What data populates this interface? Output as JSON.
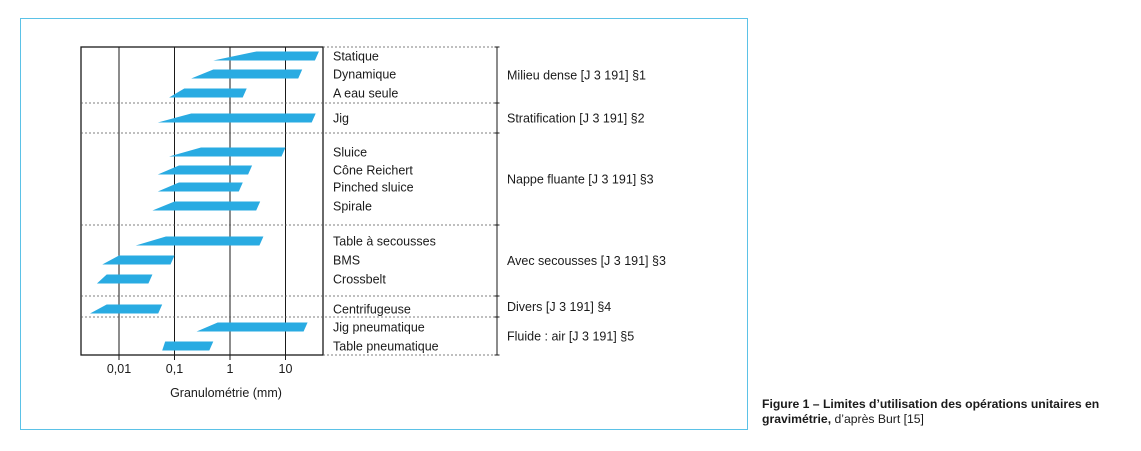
{
  "chart_data": {
    "type": "range-bar",
    "xlabel": "Granulométrie (mm)",
    "xscale": "log",
    "xlim": [
      0.002,
      50
    ],
    "xticks": [
      {
        "value": 0.01,
        "label": "0,01"
      },
      {
        "value": 0.1,
        "label": "0,1"
      },
      {
        "value": 1,
        "label": "1"
      },
      {
        "value": 10,
        "label": "10"
      }
    ],
    "bar_color": "#29abe2",
    "operations": [
      {
        "label": "Statique",
        "min": 0.5,
        "max": 40,
        "full_from": 3
      },
      {
        "label": "Dynamique",
        "min": 0.2,
        "max": 20,
        "full_from": 0.5
      },
      {
        "label": "A eau seule",
        "min": 0.08,
        "max": 2,
        "full_from": 0.15
      },
      {
        "label": "Jig",
        "min": 0.05,
        "max": 35,
        "full_from": 0.2
      },
      {
        "label": "Sluice",
        "min": 0.08,
        "max": 10,
        "full_from": 0.3
      },
      {
        "label": "Cône Reichert",
        "min": 0.05,
        "max": 2.5,
        "full_from": 0.12
      },
      {
        "label": "Pinched sluice",
        "min": 0.05,
        "max": 1.7,
        "full_from": 0.12
      },
      {
        "label": "Spirale",
        "min": 0.04,
        "max": 3.5,
        "full_from": 0.1
      },
      {
        "label": "Table à secousses",
        "min": 0.02,
        "max": 4,
        "full_from": 0.07
      },
      {
        "label": "BMS",
        "min": 0.005,
        "max": 0.1,
        "full_from": 0.01
      },
      {
        "label": "Crossbelt",
        "min": 0.004,
        "max": 0.04,
        "full_from": 0.006
      },
      {
        "label": "Centrifugeuse",
        "min": 0.003,
        "max": 0.06,
        "full_from": 0.006
      },
      {
        "label": "Jig pneumatique",
        "min": 0.25,
        "max": 25,
        "full_from": 0.6
      },
      {
        "label": "Table pneumatique",
        "min": 0.06,
        "max": 0.5,
        "full_from": 0.06
      }
    ],
    "groups": [
      {
        "label": "Milieu dense [J 3 191] §1",
        "from": 0,
        "to": 2
      },
      {
        "label": "Stratification [J 3 191] §2",
        "from": 3,
        "to": 3
      },
      {
        "label": "Nappe fluante [J 3 191] §3",
        "from": 4,
        "to": 7
      },
      {
        "label": "Avec secousses [J 3 191] §3",
        "from": 8,
        "to": 10
      },
      {
        "label": "Divers [J 3 191] §4",
        "from": 11,
        "to": 11
      },
      {
        "label": "Fluide : air [J 3 191] §5",
        "from": 12,
        "to": 13
      }
    ]
  },
  "caption": {
    "bold": "Figure 1 – Limites d’utilisation des opérations unitaires en gravimétrie,",
    "normal": " d’après Burt [15]"
  }
}
